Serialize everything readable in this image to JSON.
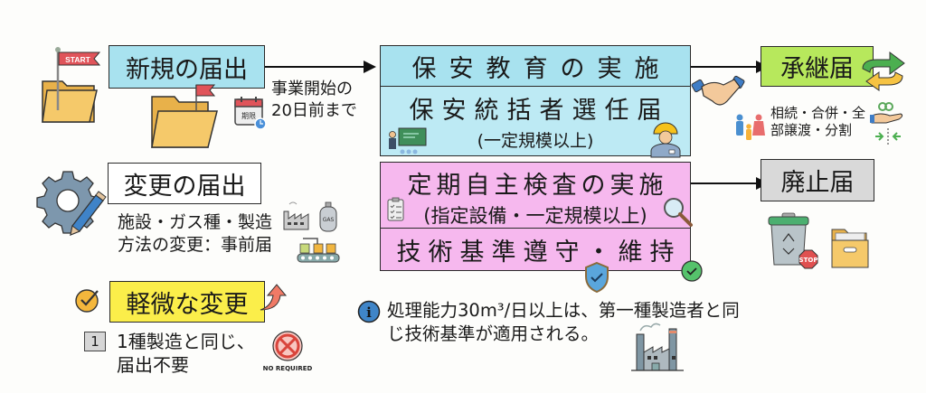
{
  "new_filing": {
    "title": "新規の届出",
    "start_flag": "START",
    "deadline_badge": "期限",
    "deadline_note": [
      "事業開始の",
      "20日前まで"
    ]
  },
  "safety": {
    "education": "保安教育の実施",
    "supervisor": "保安統括者選任届",
    "supervisor_note": "(一定規模以上)"
  },
  "succession": {
    "title": "承継届",
    "note": [
      "相続・合併・全",
      "部譲渡・分割"
    ]
  },
  "change_filing": {
    "title": "変更の届出",
    "note": [
      "施設・ガス種・製造",
      "方法の変更：事前届"
    ],
    "gas_label": "GAS"
  },
  "inspection": {
    "title": "定期自主検査の実施",
    "note": "(指定設備・一定規模以上)",
    "tech_standard": "技術基準遵守・維持"
  },
  "abolition": {
    "title": "廃止届",
    "stop_label": "STOP"
  },
  "minor_change": {
    "title": "軽微な変更",
    "number": "1",
    "note": [
      "1種製造と同じ、",
      "届出不要"
    ],
    "no_required": "NO REQUIRED"
  },
  "info": {
    "icon": "i",
    "text": [
      "処理能力30m³/日以上は、第一種製造者と同",
      "じ技術基準が適用される。"
    ]
  },
  "colors": {
    "cyan": "#a8e2ef",
    "pink": "#f6b8ee",
    "green": "#b7e85c",
    "gray": "#d9d9d9",
    "yellow": "#fbee4a"
  }
}
